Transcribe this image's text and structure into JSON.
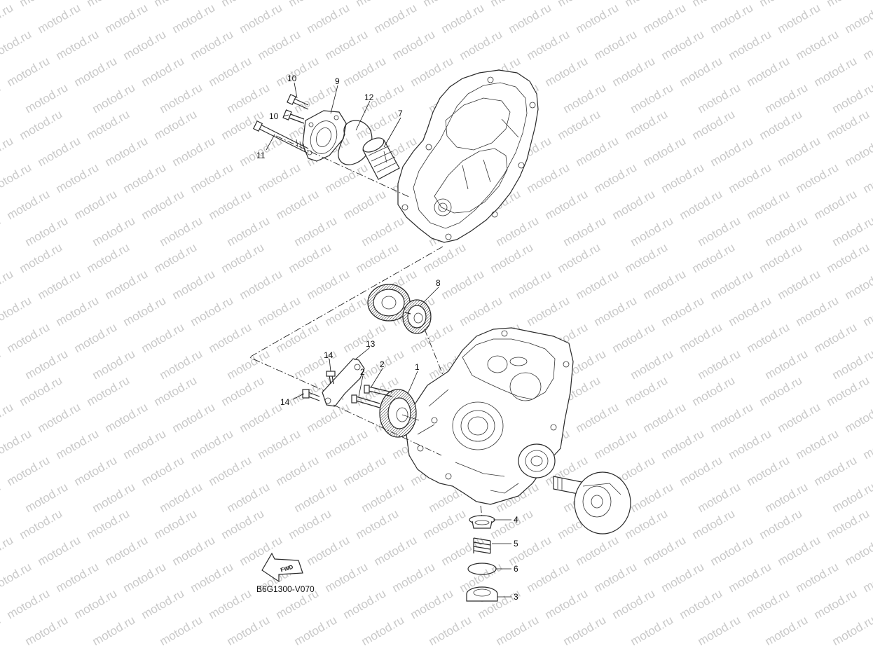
{
  "watermark": {
    "text": "motod.ru",
    "color": "#c8c8c8"
  },
  "diagram_code": "B6G1300-V070",
  "fwd_label": "FWD",
  "callouts": [
    {
      "id": "c10a",
      "label": "10"
    },
    {
      "id": "c9",
      "label": "9"
    },
    {
      "id": "c10b",
      "label": "10"
    },
    {
      "id": "c12",
      "label": "12"
    },
    {
      "id": "c7",
      "label": "7"
    },
    {
      "id": "c11",
      "label": "11"
    },
    {
      "id": "c8",
      "label": "8"
    },
    {
      "id": "c13",
      "label": "13"
    },
    {
      "id": "c14a",
      "label": "14"
    },
    {
      "id": "c2a",
      "label": "2"
    },
    {
      "id": "c1",
      "label": "1"
    },
    {
      "id": "c2b",
      "label": "2"
    },
    {
      "id": "c14b",
      "label": "14"
    },
    {
      "id": "c4",
      "label": "4"
    },
    {
      "id": "c5",
      "label": "5"
    },
    {
      "id": "c6",
      "label": "6"
    },
    {
      "id": "c3",
      "label": "3"
    }
  ]
}
